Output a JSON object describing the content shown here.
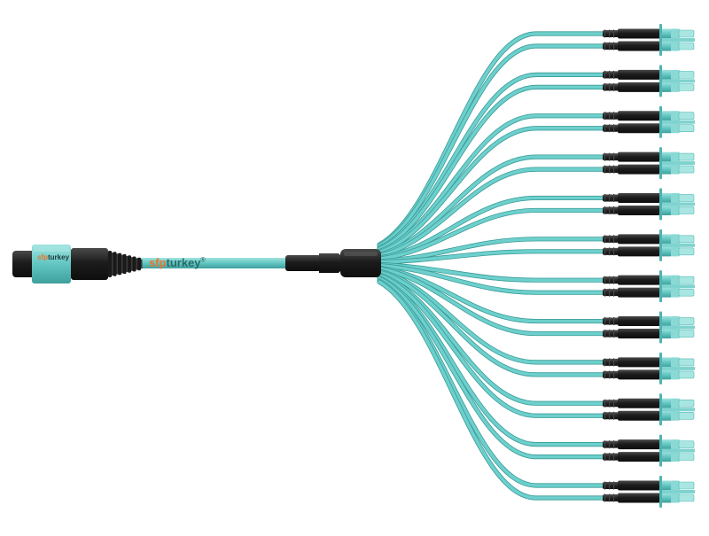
{
  "product": {
    "brand": {
      "prefix": "sfp",
      "suffix": "turkey",
      "trademark": "®"
    },
    "colors": {
      "cable_aqua": "#6ed0cc",
      "cable_shadow": "#3a9b98",
      "connector_black": "#1e1e1e",
      "brand_orange": "#e8772a",
      "background": "#ffffff"
    },
    "breakout_count": 12,
    "legs_per_connector": 2,
    "trunk_connector": "mpo-female-connector",
    "fanout_connector": "lc-duplex-connector"
  }
}
